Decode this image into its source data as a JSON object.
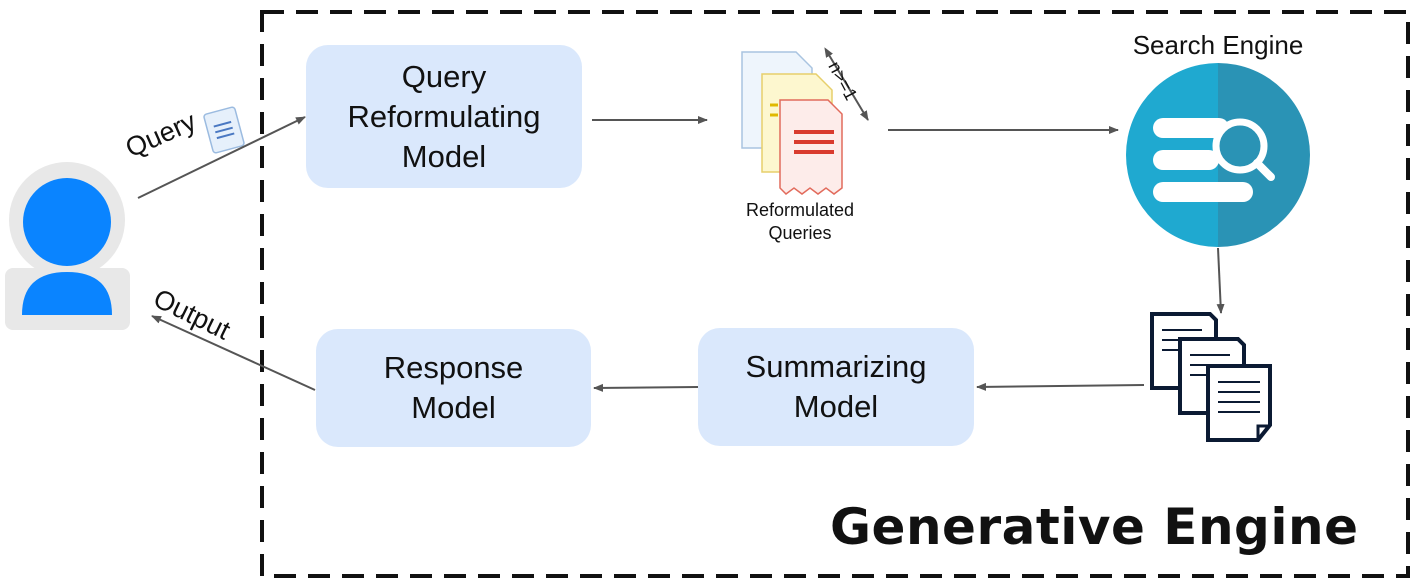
{
  "boundary": {
    "title": "Generative Engine"
  },
  "user": {
    "icon": "user-icon"
  },
  "edges": {
    "query_label": "Query",
    "output_label": "Output",
    "count_label": "n>=1"
  },
  "nodes": {
    "query_reformulating": [
      "Query",
      "Reformulating",
      "Model"
    ],
    "reformulated_queries": [
      "Reformulated",
      "Queries"
    ],
    "search_engine": "Search Engine",
    "summarizing": [
      "Summarizing",
      "Model"
    ],
    "response": [
      "Response",
      "Model"
    ]
  },
  "colors": {
    "box_fill": "#dae8fc",
    "search_engine_light": "#1fa9d0",
    "search_engine_dark": "#2a93b5",
    "user_blue": "#0a84ff",
    "user_halo": "#e8e8e8",
    "arrow": "#555555"
  }
}
